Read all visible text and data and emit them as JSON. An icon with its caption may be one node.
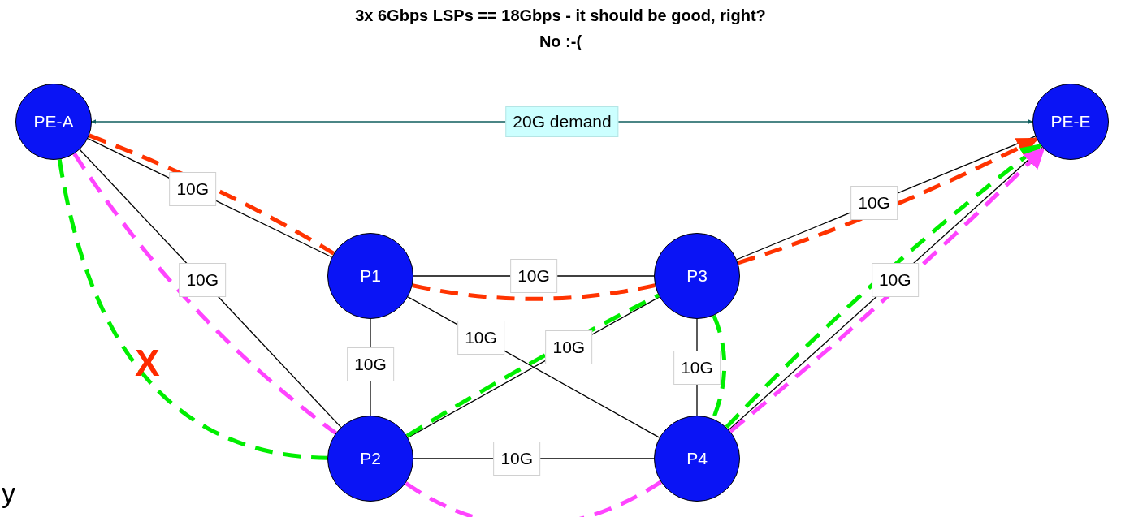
{
  "diagram": {
    "title": "3x 6Gbps LSPs == 18Gbps - it should be good, right?",
    "nodes": [
      {
        "text": [
          "PE-A"
        ]
      },
      {
        "text": [
          "PE-E"
        ]
      },
      {
        "text": [
          "P1"
        ]
      },
      {
        "text": [
          "P3"
        ]
      },
      {
        "text": [
          "P2"
        ]
      },
      {
        "text": [
          "P4"
        ]
      }
    ],
    "edges": [
      {
        "from": 0,
        "to": 1,
        "arrow": "both",
        "label": "20G demand",
        "color": "#0f5e5e"
      },
      {
        "from": 0,
        "to": 2,
        "arrow": "none",
        "label": "10G"
      },
      {
        "from": 0,
        "to": 4,
        "arrow": "none",
        "label": "10G"
      },
      {
        "from": 2,
        "to": 3,
        "arrow": "none",
        "label": "10G"
      },
      {
        "from": 2,
        "to": 5,
        "arrow": "none",
        "label": "10G"
      },
      {
        "from": 4,
        "to": 3,
        "arrow": "none",
        "label": "10G"
      },
      {
        "from": 2,
        "to": 4,
        "arrow": "none",
        "label": "10G"
      },
      {
        "from": 3,
        "to": 5,
        "arrow": "none",
        "label": "10G"
      },
      {
        "from": 4,
        "to": 5,
        "arrow": "none",
        "label": "10G"
      },
      {
        "from": 3,
        "to": 1,
        "arrow": "none",
        "label": "10G"
      },
      {
        "from": 5,
        "to": 1,
        "arrow": "none",
        "label": "10G"
      },
      {
        "from": 0,
        "to": 2,
        "arrow": "none",
        "style": "dashed",
        "color": "#ff3300"
      },
      {
        "from": 2,
        "to": 3,
        "arrow": "none",
        "style": "dashed",
        "color": "#ff3300"
      },
      {
        "from": 3,
        "to": 1,
        "arrow": "to",
        "style": "dashed",
        "color": "#ff3300"
      },
      {
        "from": 0,
        "to": 4,
        "arrow": "none",
        "style": "dashed",
        "color": "#00ee00"
      },
      {
        "from": 4,
        "to": 3,
        "arrow": "none",
        "style": "dashed",
        "color": "#00ee00"
      },
      {
        "from": 3,
        "to": 5,
        "arrow": "none",
        "style": "dashed",
        "color": "#00ee00"
      },
      {
        "from": 5,
        "to": 1,
        "arrow": "to",
        "style": "dashed",
        "color": "#00ee00"
      },
      {
        "from": 0,
        "to": 4,
        "arrow": "none",
        "style": "dashed",
        "color": "#ff44ff"
      },
      {
        "from": 4,
        "to": 5,
        "arrow": "none",
        "style": "dashed",
        "color": "#ff44ff"
      },
      {
        "from": 5,
        "to": 1,
        "arrow": "to",
        "style": "dashed",
        "color": "#ff44ff"
      }
    ],
    "labels": [
      "No :-(",
      "X",
      "y"
    ]
  }
}
